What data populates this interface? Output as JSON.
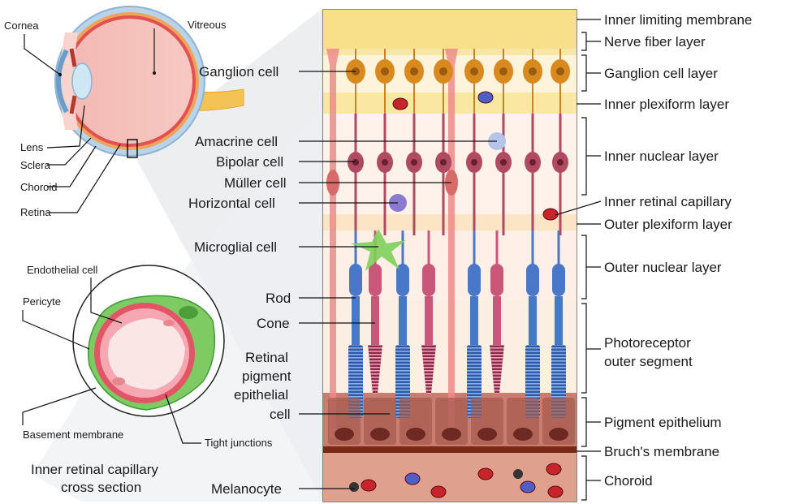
{
  "eye": {
    "cornea": "Cornea",
    "vitreous": "Vitreous",
    "lens": "Lens",
    "sclera": "Sclera",
    "choroid": "Choroid",
    "retina": "Retina"
  },
  "capillary": {
    "endothelial": "Endothelial cell",
    "pericyte": "Pericyte",
    "basement": "Basement membrane",
    "tight": "Tight junctions",
    "caption_line1": "Inner retinal capillary",
    "caption_line2": "cross section"
  },
  "cells": {
    "ganglion": "Ganglion cell",
    "amacrine": "Amacrine cell",
    "bipolar": "Bipolar cell",
    "muller": "Müller cell",
    "horizontal": "Horizontal cell",
    "microglial": "Microglial cell",
    "rod": "Rod",
    "cone": "Cone",
    "rpe_line1": "Retinal",
    "rpe_line2": "pigment",
    "rpe_line3": "epithelial",
    "rpe_line4": "cell",
    "melanocyte": "Melanocyte"
  },
  "layers": {
    "ilm": "Inner limiting membrane",
    "nfl": "Nerve fiber layer",
    "gcl": "Ganglion cell layer",
    "ipl": "Inner plexiform layer",
    "inl": "Inner nuclear layer",
    "capillary": "Inner retinal capillary",
    "opl": "Outer plexiform layer",
    "onl": "Outer nuclear layer",
    "pos_line1": "Photoreceptor",
    "pos_line2": "outer segment",
    "pe": "Pigment epithelium",
    "bruch": "Bruch's membrane",
    "choroid": "Choroid"
  },
  "colors": {
    "rod": "#4a78c8",
    "cone": "#c8577a",
    "bipolar": "#b04a62",
    "ganglion": "#d98a1e",
    "muller": "#ee8a8a",
    "microglia": "#7ccf5a",
    "rpe": "#a55a4e",
    "blood_cell": "#c8242c"
  }
}
